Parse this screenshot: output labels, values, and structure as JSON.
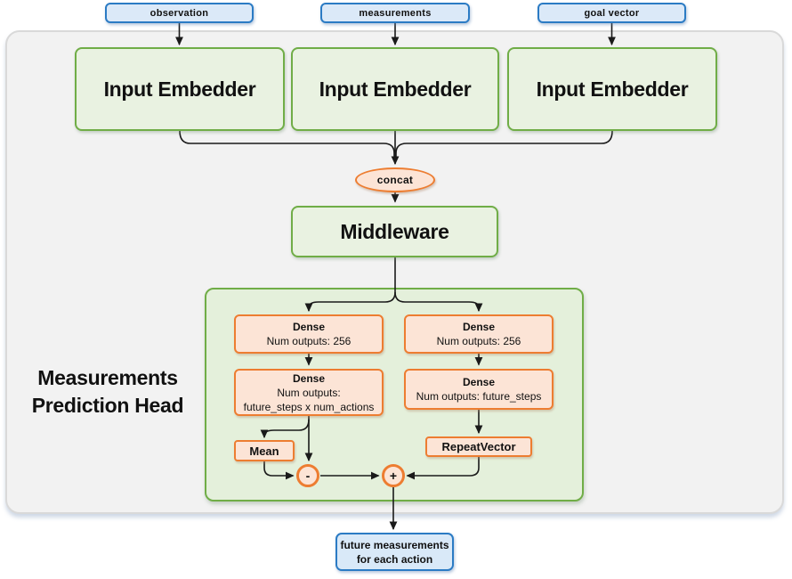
{
  "colors": {
    "blue_border": "#2b7bc4",
    "blue_fill": "#dbe9f8",
    "green_border": "#70ad47",
    "green_fill": "#e9f2e1",
    "head_container_fill": "#e4f0db",
    "orange_border": "#ed7d31",
    "orange_fill": "#fce4d6",
    "panel_fill": "#f2f2f2",
    "panel_border": "#d9d9d9",
    "wire": "#1a1a1a"
  },
  "inputs": [
    {
      "label": "observation"
    },
    {
      "label": "measurements"
    },
    {
      "label": "goal vector"
    }
  ],
  "embedders": [
    {
      "label": "Input Embedder"
    },
    {
      "label": "Input Embedder"
    },
    {
      "label": "Input Embedder"
    }
  ],
  "concat_label": "concat",
  "middleware_label": "Middleware",
  "head": {
    "title_line1": "Measurements",
    "title_line2": "Prediction Head",
    "left": {
      "dense1_title": "Dense",
      "dense1_sub": "Num outputs: 256",
      "dense2_title": "Dense",
      "dense2_sub1": "Num outputs:",
      "dense2_sub2": "future_steps x num_actions",
      "mean_label": "Mean",
      "minus_symbol": "-"
    },
    "right": {
      "dense1_title": "Dense",
      "dense1_sub": "Num outputs: 256",
      "dense2_title": "Dense",
      "dense2_sub": "Num outputs: future_steps",
      "repeat_label": "RepeatVector",
      "plus_symbol": "+"
    }
  },
  "output": {
    "line1": "future measurements",
    "line2": "for each action"
  }
}
